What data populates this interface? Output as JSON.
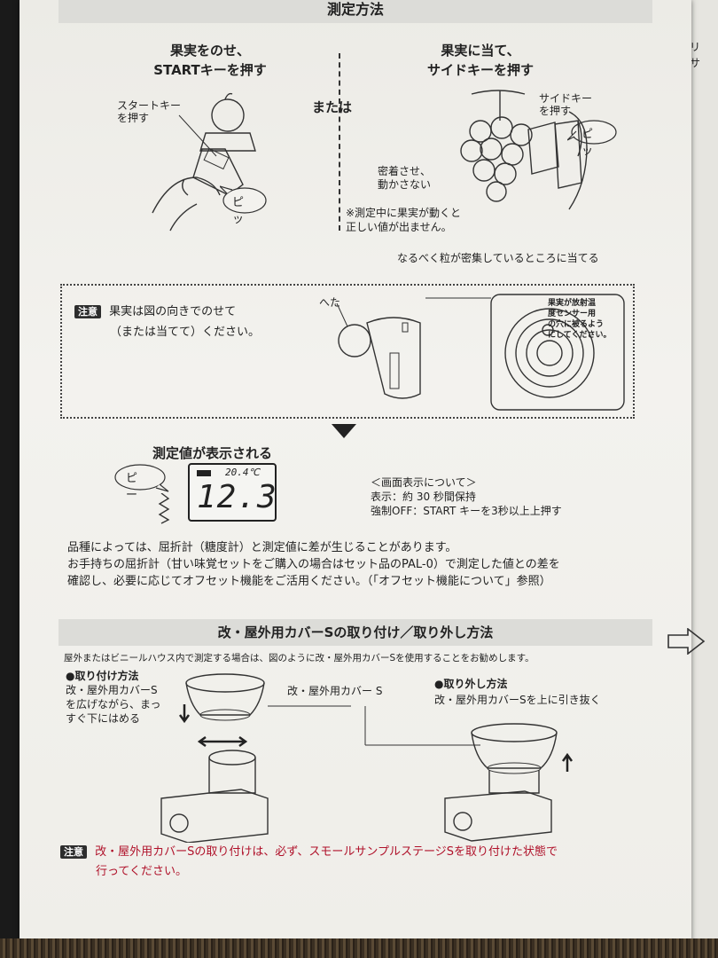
{
  "header": {
    "title": "測定方法"
  },
  "step_left": {
    "title_l1": "果実をのせ、",
    "title_l2": "STARTキーを押す",
    "callout_l1": "スタートキー",
    "callout_l2": "を押す",
    "beep": "ピッ"
  },
  "or_text": "または",
  "step_right": {
    "title_l1": "果実に当て、",
    "title_l2": "サイドキーを押す",
    "callout_l1": "サイドキー",
    "callout_l2": "を押す",
    "beep": "ピッ",
    "hold_l1": "密着させ、",
    "hold_l2": "動かさない",
    "note_l1": "※測定中に果実が動くと",
    "note_l2": "正しい値が出ません。"
  },
  "cluster_note": "なるべく粒が密集しているところに当てる",
  "caution_box": {
    "badge": "注意",
    "text_l1": "果実は図の向きでのせて",
    "text_l2": "（または当てて）ください。",
    "heta": "へた",
    "sensor_l1": "果実が放射温",
    "sensor_l2": "度センサー用",
    "sensor_l3": "の穴に被るよう",
    "sensor_l4": "にしてください。"
  },
  "result": {
    "title": "測定値が表示される",
    "beep": "ピー",
    "temp": "20.4℃",
    "value": "12.3",
    "disp_head": "＜画面表示について＞",
    "disp_l1": "表示：約 30 秒間保持",
    "disp_l2": "強制OFF：START キーを3秒以上上押す"
  },
  "variety_note": {
    "l1": "品種によっては、屈折計（糖度計）と測定値に差が生じることがあります。",
    "l2": "お手持ちの屈折計（甘い味覚セットをご購入の場合はセット品のPAL-0）で測定した値との差を",
    "l3": "確認し、必要に応じてオフセット機能をご活用ください。（「オフセット機能について」参照）"
  },
  "cover_section": {
    "title": "改・屋外用カバーSの取り付け／取り外し方法",
    "intro": "屋外またはビニールハウス内で測定する場合は、図のように改・屋外用カバーSを使用することをお勧めします。",
    "attach_head": "●取り付け方法",
    "attach_l1": "改・屋外用カバーS",
    "attach_l2": "を広げながら、まっ",
    "attach_l3": "すぐ下にはめる",
    "cover_label": "改・屋外用カバー S",
    "remove_head": "●取り外し方法",
    "remove_l1": "改・屋外用カバーSを上に引き抜く",
    "caution_badge": "注意",
    "caution_l1": "改・屋外用カバーSの取り付けは、必ず、スモールサンプルステージSを取り付けた状態で",
    "caution_l2": "行ってください。"
  },
  "edge_page": {
    "c1": "リ",
    "c2": "サ"
  }
}
